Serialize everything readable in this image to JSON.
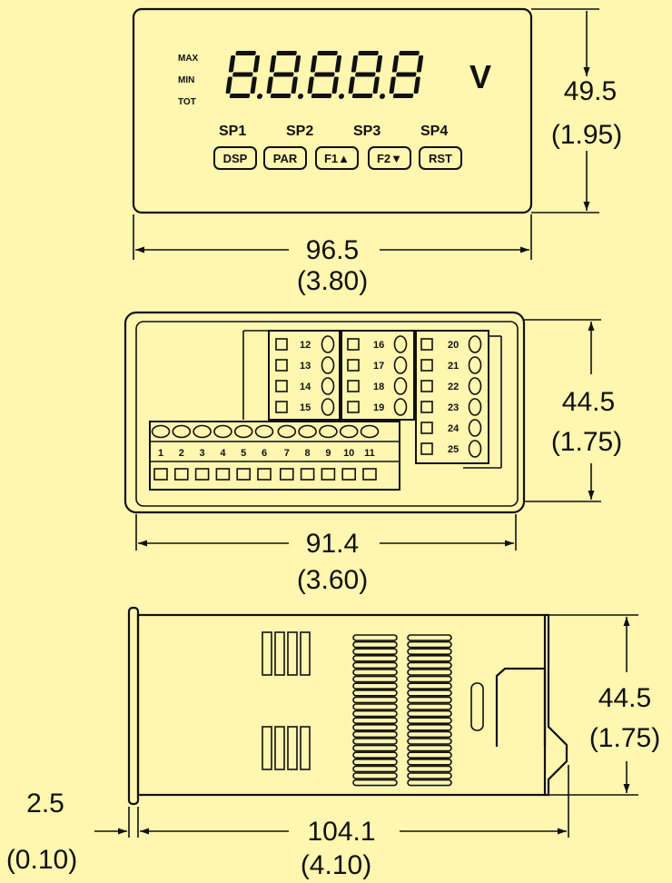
{
  "front_view": {
    "mode_labels": [
      "MAX",
      "MIN",
      "TOT"
    ],
    "unit": "V",
    "setpoints": [
      "SP1",
      "SP2",
      "SP3",
      "SP4"
    ],
    "keys": [
      "DSP",
      "PAR",
      "F1▲",
      "F2▼",
      "RST"
    ],
    "height_mm": "49.5",
    "height_in": "(1.95)",
    "width_mm": "96.5",
    "width_in": "(3.80)"
  },
  "rear_view": {
    "top_terminals": [
      "1",
      "2",
      "3",
      "4",
      "5",
      "6",
      "7",
      "8",
      "9",
      "10",
      "11"
    ],
    "block_a": [
      "12",
      "13",
      "14",
      "15"
    ],
    "block_b": [
      "16",
      "17",
      "18",
      "19"
    ],
    "block_c": [
      "20",
      "21",
      "22",
      "23",
      "24",
      "25"
    ],
    "height_mm": "44.5",
    "height_in": "(1.75)",
    "width_mm": "91.4",
    "width_in": "(3.60)"
  },
  "side_view": {
    "height_mm": "44.5",
    "height_in": "(1.75)",
    "depth_mm": "104.1",
    "depth_in": "(4.10)",
    "bezel_mm": "2.5",
    "bezel_in": "(0.10)"
  }
}
